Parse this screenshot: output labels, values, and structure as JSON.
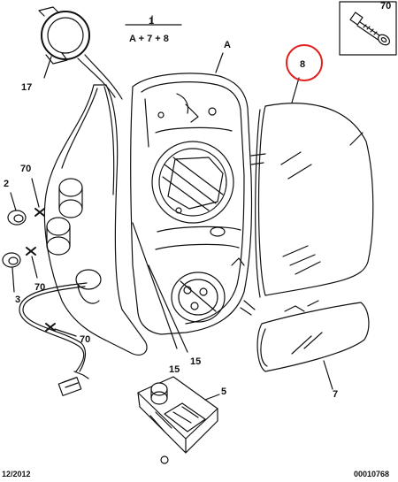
{
  "labels": {
    "c1": "1",
    "formula": "A + 7 + 8",
    "cA": "A",
    "c8": "8",
    "c70_top": "70",
    "c17": "17",
    "c70_a": "70",
    "c2": "2",
    "c3": "3",
    "c70_b": "70",
    "c70_c": "70",
    "c15_a": "15",
    "c15_b": "15",
    "c5": "5",
    "c7": "7"
  },
  "footer": {
    "date": "12/2012",
    "ref": "00010768"
  },
  "highlight_color": "#e02020",
  "line_color": "#111111"
}
